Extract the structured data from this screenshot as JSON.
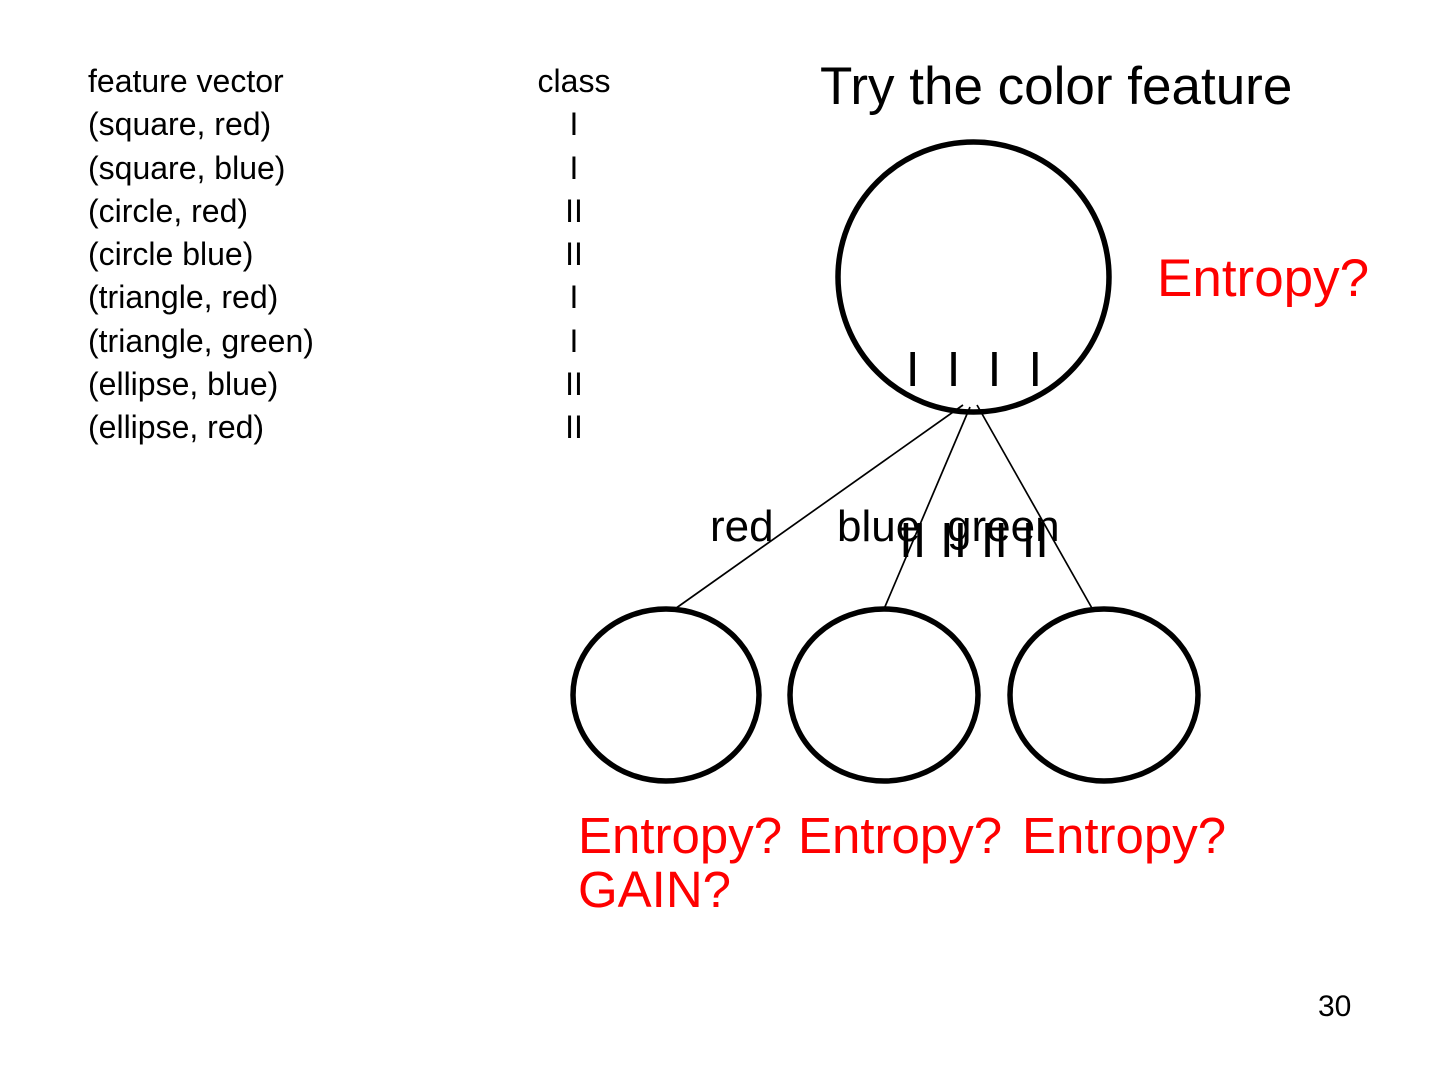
{
  "colors": {
    "background": "#ffffff",
    "text": "#000000",
    "accent_red": "#fe0000"
  },
  "slide": {
    "title": "Try the color feature",
    "page_number": "30"
  },
  "table": {
    "header": {
      "feature": "feature vector",
      "class": "class"
    },
    "rows": [
      {
        "feature": "(square, red)",
        "class": "I"
      },
      {
        "feature": "(square, blue)",
        "class": "I"
      },
      {
        "feature": "(circle, red)",
        "class": "II"
      },
      {
        "feature": "(circle blue)",
        "class": "II"
      },
      {
        "feature": "(triangle, red)",
        "class": "I"
      },
      {
        "feature": "(triangle, green)",
        "class": "I"
      },
      {
        "feature": "(ellipse, blue)",
        "class": "II"
      },
      {
        "feature": "(ellipse, red)",
        "class": "II"
      }
    ]
  },
  "tree": {
    "root": {
      "line1": "I  I  I  I",
      "line2": "II II II II"
    },
    "root_annotation": "Entropy?",
    "branches": [
      {
        "label": "red"
      },
      {
        "label": "blue"
      },
      {
        "label": "green"
      }
    ],
    "leaf_annotations": [
      "Entropy?",
      "Entropy?",
      "Entropy?"
    ],
    "gain_annotation": "GAIN?"
  }
}
